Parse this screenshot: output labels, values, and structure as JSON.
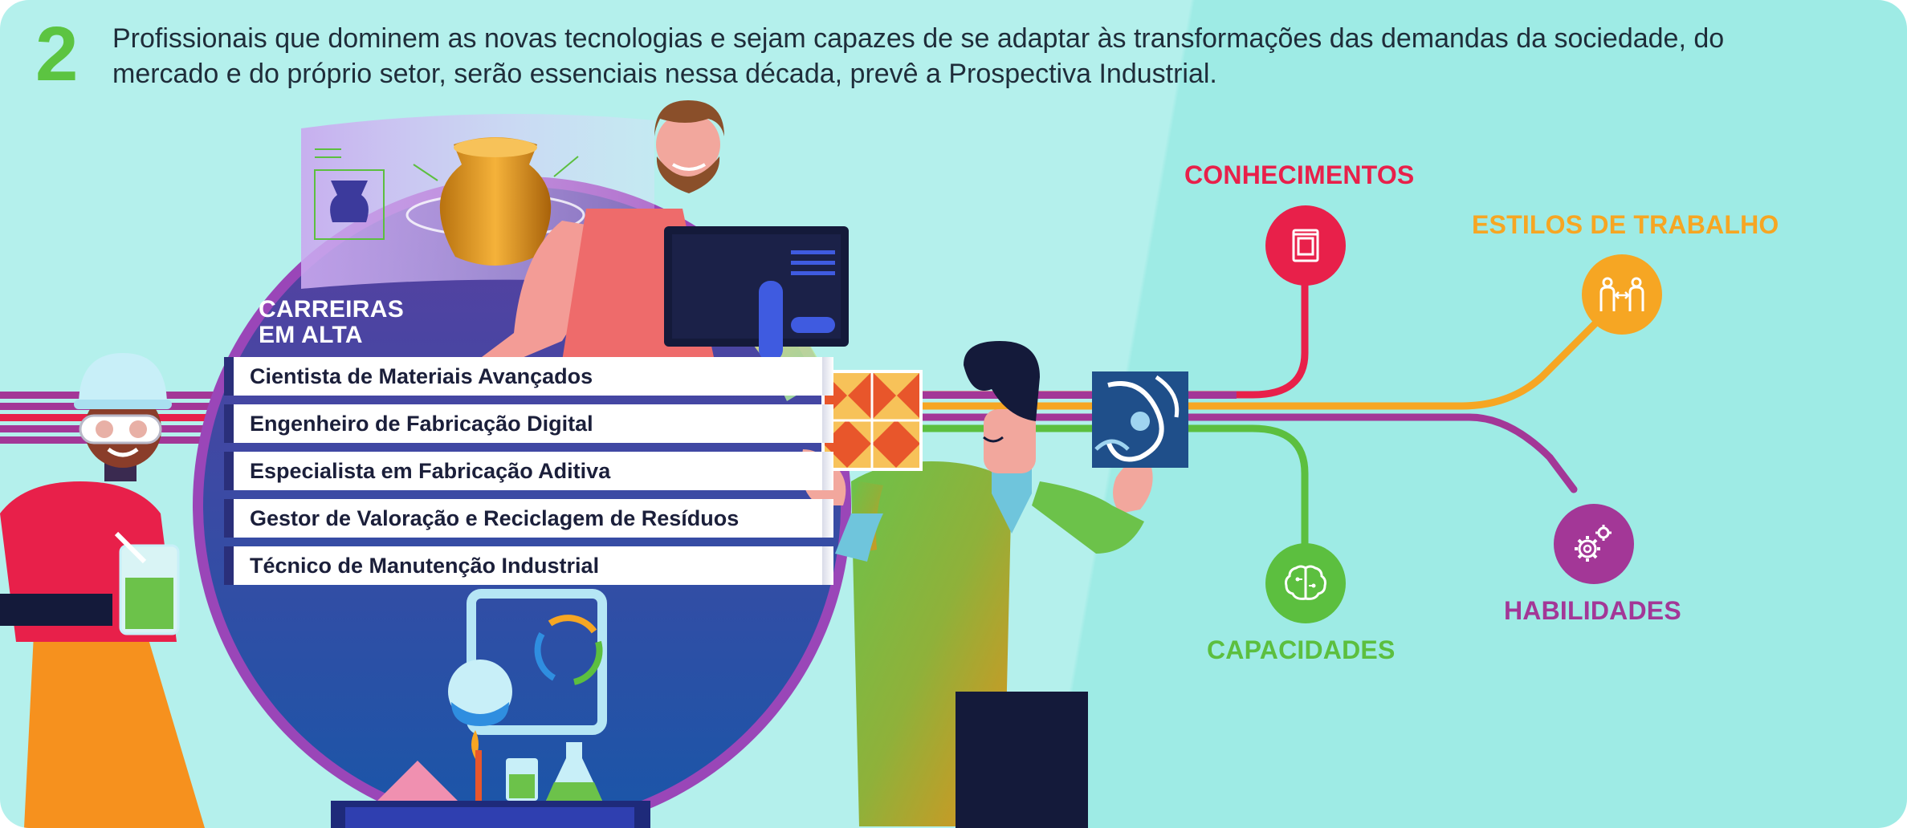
{
  "header": {
    "step_number": "2",
    "headline": "Profissionais que dominem as novas tecnologias e sejam capazes de se adaptar às transformações das demandas da sociedade, do mercado e do próprio setor, serão essenciais nessa década, prevê a Prospectiva Industrial."
  },
  "careers": {
    "title_line1": "CARREIRAS",
    "title_line2": "EM ALTA",
    "items": [
      "Cientista de Materiais Avançados",
      "Engenheiro de Fabricação Digital",
      "Especialista em Fabricação Aditiva",
      "Gestor de Valoração e Reciclagem de Resíduos",
      "Técnico de Manutenção Industrial"
    ]
  },
  "categories": {
    "conhecimentos": {
      "label": "CONHECIMENTOS",
      "color": "#e8204a",
      "icon": "book-icon"
    },
    "estilos": {
      "label": "ESTILOS DE TRABALHO",
      "color": "#f6a623",
      "icon": "collaboration-icon"
    },
    "capacidades": {
      "label": "CAPACIDADES",
      "color": "#5cbf3f",
      "icon": "brain-icon"
    },
    "habilidades": {
      "label": "HABILIDADES",
      "color": "#a33797",
      "icon": "gears-icon"
    }
  }
}
